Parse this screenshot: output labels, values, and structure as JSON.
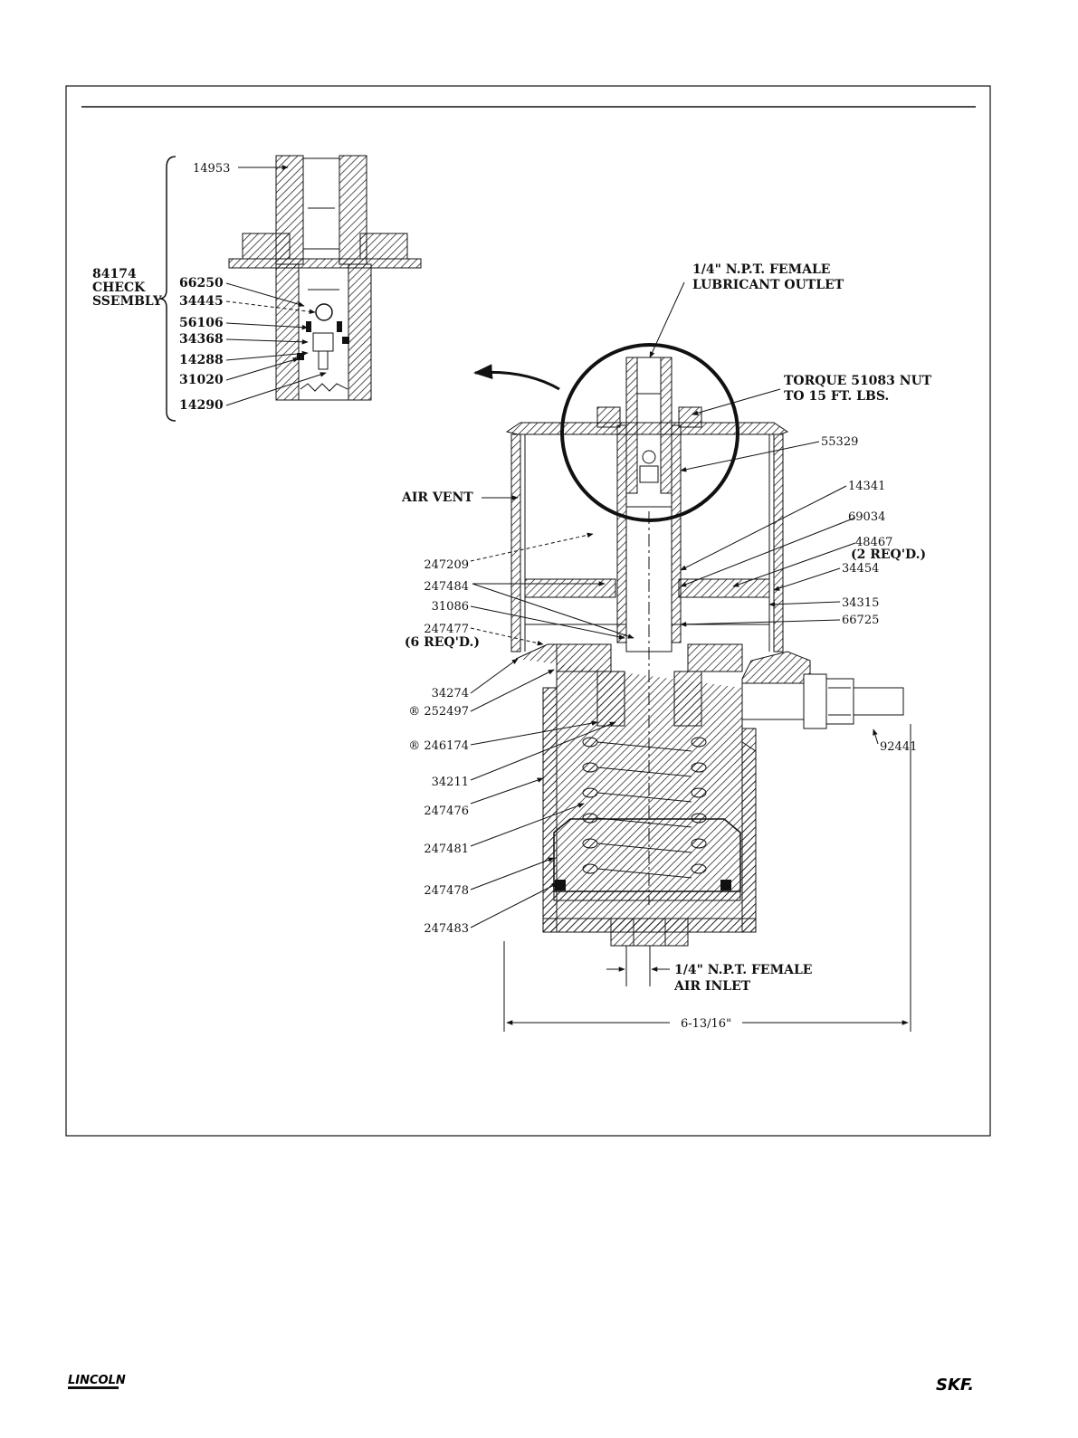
{
  "check_assembly": {
    "number": "84174",
    "line1": "CHECK",
    "line2": "SSEMBLY",
    "parts": [
      "14953",
      "66250",
      "34445",
      "56106",
      "34368",
      "14288",
      "31020",
      "14290"
    ]
  },
  "callouts": {
    "outlet_line1": "1/4\" N.P.T. FEMALE",
    "outlet_line2": "LUBRICANT OUTLET",
    "torque_line1": "TORQUE 51083 NUT",
    "torque_line2": "TO 15 FT. LBS.",
    "air_vent": "AIR VENT",
    "inlet_line1": "1/4\" N.P.T. FEMALE",
    "inlet_line2": "AIR INLET",
    "dimension": "6-13/16\""
  },
  "left_parts": {
    "p247209": "247209",
    "p247484": "247484",
    "p31086": "31086",
    "p247477": "247477",
    "p247477_qty": "(6 REQ'D.)",
    "p34274": "34274",
    "p252497": "® 252497",
    "p246174": "® 246174",
    "p34211": "34211",
    "p247476": "247476",
    "p247481": "247481",
    "p247478": "247478",
    "p247483": "247483"
  },
  "right_parts": {
    "p55329": "55329",
    "p14341": "14341",
    "p69034": "69034",
    "p48467": "48467",
    "p48467_qty": "(2 REQ'D.)",
    "p34454": "34454",
    "p34315": "34315",
    "p66725": "66725",
    "p92441": "92441"
  },
  "footer": {
    "left_logo": "LINCOLN",
    "right_logo": "SKF."
  }
}
